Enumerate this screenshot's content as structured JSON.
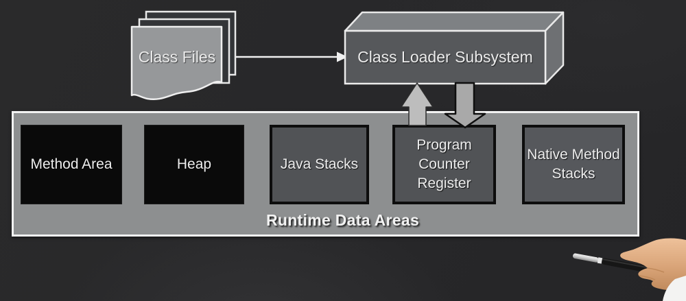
{
  "diagram": {
    "title_hint": "JVM class loading and runtime data areas diagram",
    "class_files": {
      "label": "Class Files"
    },
    "class_loader": {
      "label": "Class Loader Subsystem"
    },
    "runtime_data_areas": {
      "label": "Runtime Data Areas",
      "areas": [
        {
          "id": "method-area",
          "label": "Method Area",
          "variant": "black"
        },
        {
          "id": "heap",
          "label": "Heap",
          "variant": "black"
        },
        {
          "id": "java-stacks",
          "label": "Java Stacks",
          "variant": "gray"
        },
        {
          "id": "program-counter-register",
          "label": "Program Counter Register",
          "variant": "gray"
        },
        {
          "id": "native-method-stacks",
          "label": "Native Method Stacks",
          "variant": "gray"
        }
      ]
    },
    "connections": [
      {
        "from": "class-files",
        "to": "class-loader-subsystem",
        "style": "thin-line-arrow-right"
      },
      {
        "from": "runtime-data-areas",
        "to": "class-loader-subsystem",
        "style": "block-arrow-up"
      },
      {
        "from": "class-loader-subsystem",
        "to": "runtime-data-areas",
        "style": "block-arrow-down"
      }
    ],
    "colors": {
      "background": "#29292a",
      "container_fill": "#8d8f90",
      "container_border": "#f2f2f2",
      "black_box": "#0a0a0a",
      "gray_box": "#515356",
      "loader_front": "#56585b",
      "loader_top": "#7e8184",
      "loader_side": "#6e7073",
      "document_fill": "#96989a",
      "arrow_up": "#bdbdbd",
      "arrow_down": "#a9a9a9",
      "text_light": "#ededed",
      "pen_body": "#161616",
      "skin": "#d9a57c"
    }
  }
}
